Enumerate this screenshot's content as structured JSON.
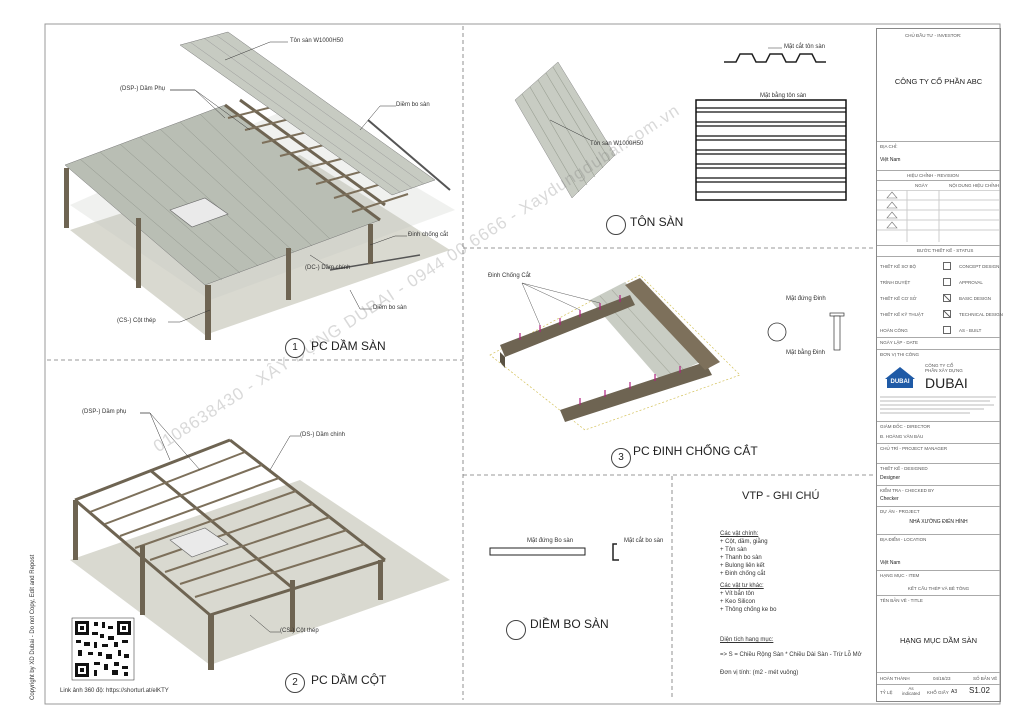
{
  "sheet": {
    "copyright": "Copyright by XD Dubai - Do not Copy, Edit and Repost",
    "watermark_main": "0108638430 - XÂY DỰNG DUBAI - 0944 00 6666 - Xaydungdubai.com.vn"
  },
  "view1": {
    "number": "1",
    "title": "PC DẦM SÀN",
    "labels": {
      "ton_san": "Tôn sàn W1000H50",
      "dam_phu": "(DSP-) Dầm Phụ",
      "diem_bo_san_1": "Diềm bo sàn",
      "dinh_chong_cat": "Đinh chống cắt",
      "dam_chinh": "(DC-) Dầm chính",
      "diem_bo_san_2": "Diềm bo sàn",
      "cot_thep": "(CS-) Cột thép"
    }
  },
  "view2": {
    "number": "2",
    "title": "PC DẦM CỘT",
    "labels": {
      "dam_phu": "(DSP-) Dầm phụ",
      "dam_chinh": "(DS-) Dầm chính",
      "cot_thep": "(CS-) Cột thép"
    },
    "qr_caption": "Link ảnh 360 độ: https://shorturl.at/elKTY"
  },
  "view_ton_san": {
    "title": "TÔN SÀN",
    "labels": {
      "mat_cat": "Mặt cắt tôn sàn",
      "mat_bang": "Mặt bằng tôn sàn",
      "ton_san": "Tôn sàn W1000H50"
    }
  },
  "view3": {
    "number": "3",
    "title": "PC ĐINH CHỐNG CẮT",
    "labels": {
      "dinh_chong_cat": "Đinh Chống Cắt",
      "mat_dung_dinh": "Mặt đứng Đinh",
      "mat_bang_dinh": "Mặt bằng Đinh"
    }
  },
  "view_diem": {
    "title": "DIỀM BO SÀN",
    "labels": {
      "mat_dung": "Mặt đứng Bo sàn",
      "mat_cat": "Mặt cắt bo sàn"
    }
  },
  "notes": {
    "title": "VTP - GHI CHÚ",
    "section1_title": "Các vật chính:",
    "section1_items": [
      "+ Cột, dầm, giằng",
      "+ Tôn sàn",
      "+ Thanh bo sàn",
      "+ Bulong liên kết",
      "+ Đinh chống cắt"
    ],
    "section2_title": "Các vật tư khác:",
    "section2_items": [
      "+ Vít bắn tôn",
      "+ Keo Silicon",
      "+ Thông chống ke bo"
    ],
    "area_title": "Diện tích hang mục:",
    "formula": "=> S = Chiều Rộng Sàn * Chiều Dài Sàn - Trừ Lỗ Mở",
    "unit": "Đơn vị tính: (m2 - mét vuông)"
  },
  "titleblock": {
    "investor_label": "CHỦ ĐẦU TƯ - INVESTOR:",
    "investor": "CÔNG TY CỔ PHẦN ABC",
    "address_label": "ĐỊA CHỈ:",
    "address": "Việt Nam",
    "revision_label": "HIỆU CHỈNH - REVISION",
    "rev_col1": "NGÀY",
    "rev_col2": "NỘI DUNG HIỆU CHỈNH",
    "status_label": "BƯỚC THIẾT KẾ - STATUS",
    "status_rows": [
      {
        "left": "THIẾT KẾ SƠ BỘ",
        "right": "CONCEPT DESIGN",
        "checked": false
      },
      {
        "left": "TRÌNH DUYỆT",
        "right": "APPROVAL",
        "checked": false
      },
      {
        "left": "THIẾT KẾ CƠ SỞ",
        "right": "BASIC DESIGN",
        "checked": true
      },
      {
        "left": "THIẾT KẾ KỸ THUẬT",
        "right": "TECHNICAL DESIGN",
        "checked": true
      },
      {
        "left": "HOÀN CÔNG",
        "right": "AS - BUILT",
        "checked": false
      }
    ],
    "date_label": "NGÀY LẬP - DATE",
    "contractor_label": "ĐƠN VỊ THI CÔNG",
    "company_small": "CÔNG TY CỔ PHẦN XÂY DỰNG",
    "company_big": "DUBAI",
    "logo_text": "DUBAI",
    "director_label": "GIÁM ĐỐC - DIRECTOR",
    "director": "Đ. HOÀNG VĂN BÁU",
    "pm_label": "CHỦ TRÌ - PROJECT MANAGER",
    "designed_label": "THIẾT KẾ - DESIGNED",
    "designed": "Designer",
    "checked_label": "KIỂM TRA - CHECKED BY",
    "checked": "Checker",
    "project_label": "DỰ ÁN - PROJECT",
    "project": "NHÀ XƯỞNG ĐIỂN HÌNH",
    "location_label": "ĐỊA ĐIỂM - LOCATION",
    "location": "Việt Nam",
    "item_label": "HẠNG MỤC - ITEM",
    "item": "KẾT CẤU THÉP VÀ BÊ TÔNG",
    "title_label": "TÊN BẢN VẼ - TITLE",
    "title": "HẠNG MỤC DẦM SÀN",
    "complete_label": "HOÀN THÀNH",
    "date": "04/16/23",
    "sheet_no_label": "SỐ BẢN VẼ",
    "scale_label": "TỶ LỆ",
    "scale": "As indicated",
    "size_label": "KHỔ GIẤY",
    "size": "A3",
    "sheet_no": "S1.02"
  }
}
